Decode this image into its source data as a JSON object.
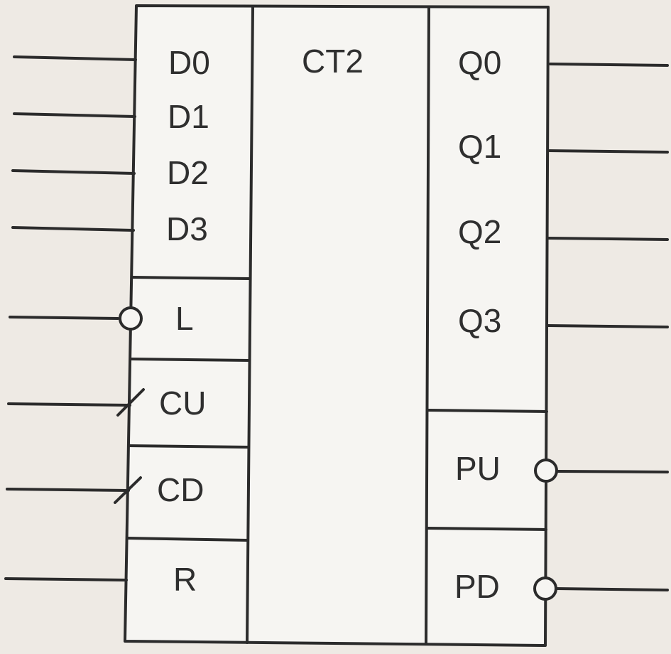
{
  "chip": {
    "title": "CT2",
    "inputs": {
      "data": [
        "D0",
        "D1",
        "D2",
        "D3"
      ],
      "load": "L",
      "count_up": "CU",
      "count_down": "CD",
      "reset": "R"
    },
    "outputs": {
      "q": [
        "Q0",
        "Q1",
        "Q2",
        "Q3"
      ],
      "carry_up": "PU",
      "borrow_down": "PD"
    }
  },
  "colors": {
    "body_fill": "#f6f5f2",
    "stroke": "#2b2b2b",
    "text": "#2f2f2f",
    "background": "#eeeae4"
  }
}
